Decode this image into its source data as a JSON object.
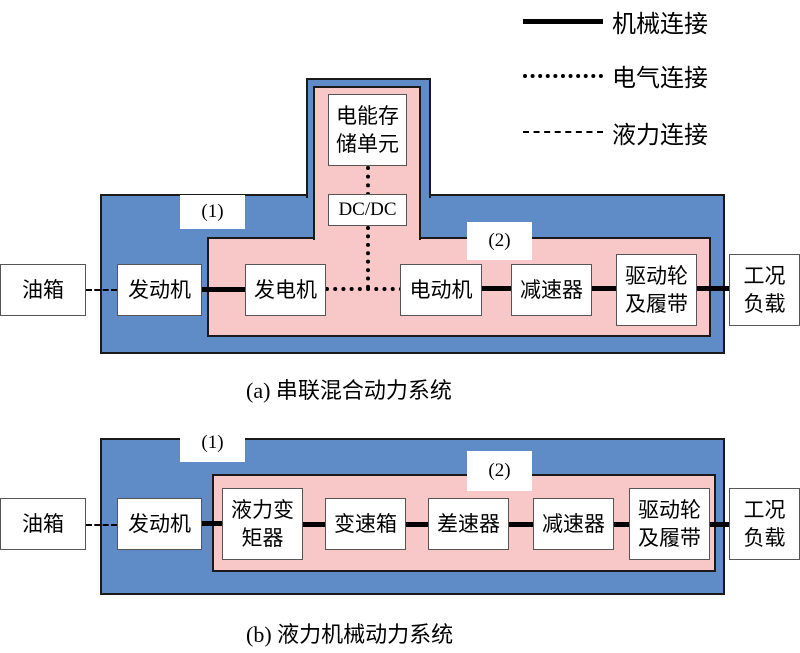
{
  "legend": {
    "mechanical": "机械连接",
    "electrical": "电气连接",
    "hydraulic": "液力连接"
  },
  "diagram_a": {
    "caption": "(a) 串联混合动力系统",
    "region1_label": "(1)",
    "region2_label": "(2)",
    "oil_tank": "油箱",
    "engine": "发动机",
    "generator": "发电机",
    "storage": "电能存\n储单元",
    "dcdc": "DC/DC",
    "motor": "电动机",
    "reducer": "减速器",
    "drive": "驱动轮\n及履带",
    "load": "工况\n负载"
  },
  "diagram_b": {
    "caption": "(b) 液力机械动力系统",
    "region1_label": "(1)",
    "region2_label": "(2)",
    "oil_tank": "油箱",
    "engine": "发动机",
    "torque_converter": "液力变\n矩器",
    "gearbox": "变速箱",
    "differential": "差速器",
    "reducer": "减速器",
    "drive": "驱动轮\n及履带",
    "load": "工况\n负载"
  }
}
